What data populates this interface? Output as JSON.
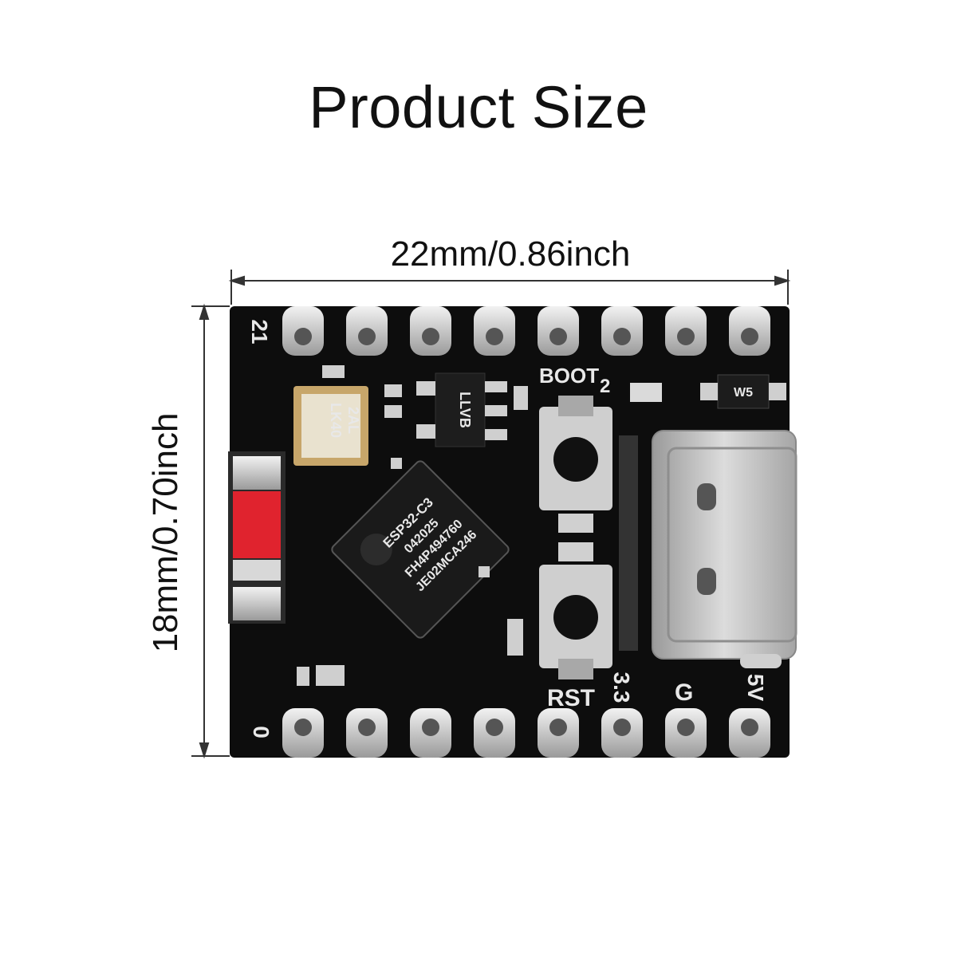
{
  "title": "Product Size",
  "dimensions": {
    "width_label": "22mm/0.86inch",
    "height_label": "18mm/0.70inch"
  },
  "board": {
    "chip_text": [
      "ESP32-C3",
      "042025",
      "FH4P494760",
      "JE02MCA246"
    ],
    "crystal_text": [
      "LK40",
      "2AL"
    ],
    "regulator_text": "LLVB",
    "diode_text": "W5",
    "silkscreen": {
      "pin_21": "21",
      "pin_0": "0",
      "boot": "BOOT",
      "boot_num": "2",
      "rst": "RST",
      "v33": "3.3",
      "gnd": "G",
      "v5": "5V"
    },
    "colors": {
      "pcb": "#0d0d0d",
      "pad": "#d4d4d4",
      "usb": "#c9c9c9",
      "led": "#e0232e"
    }
  }
}
